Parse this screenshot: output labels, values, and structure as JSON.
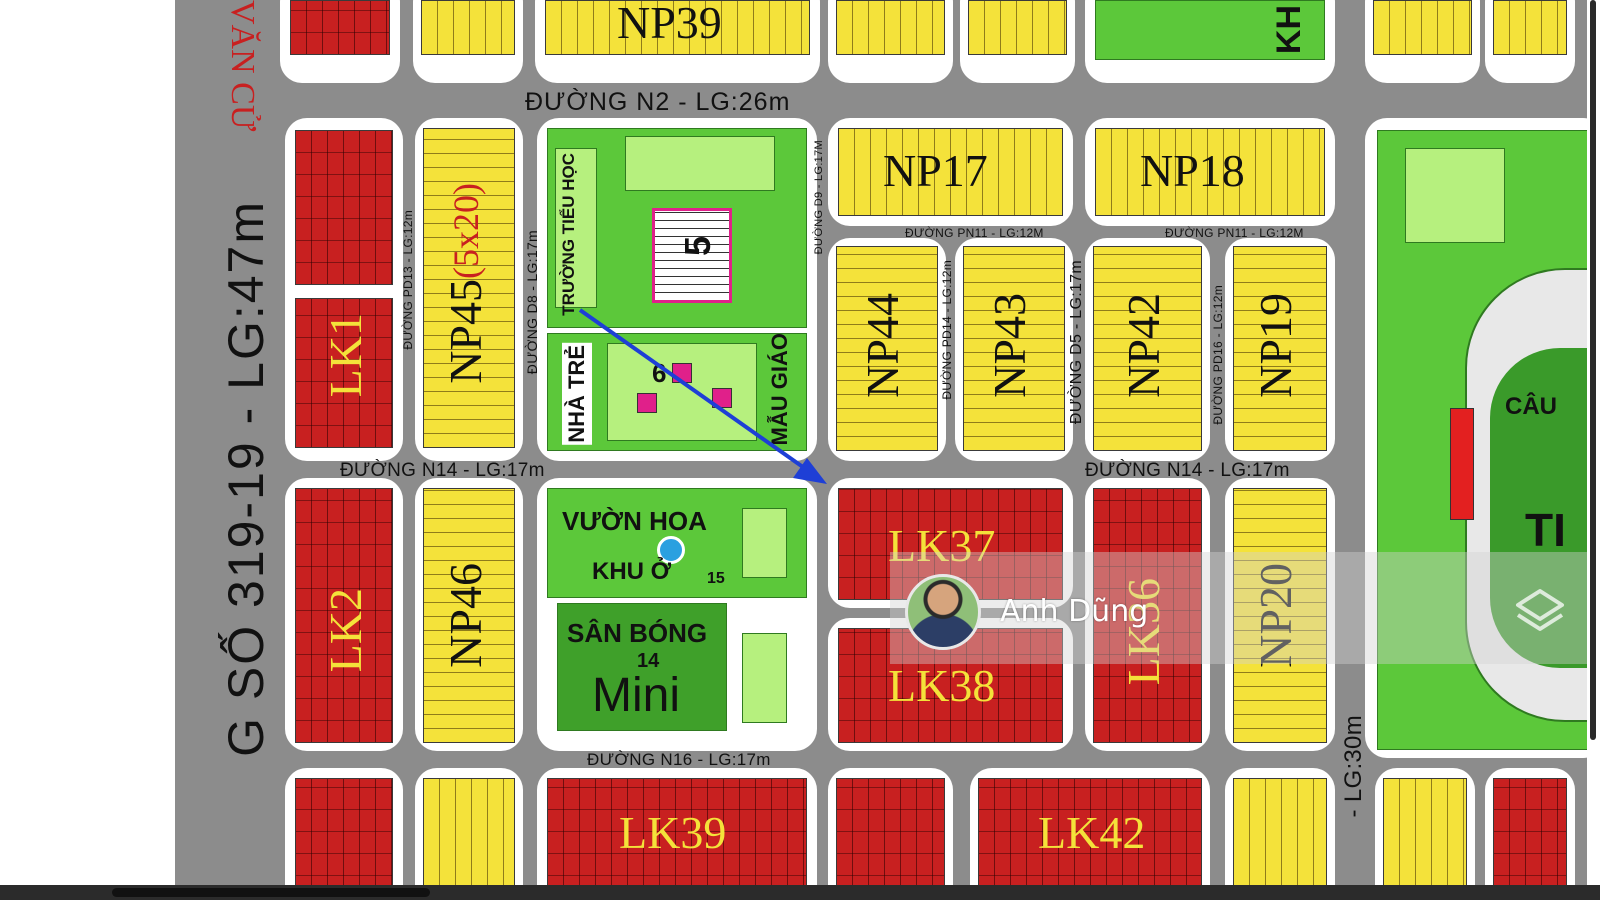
{
  "map": {
    "major_road": "G SỐ 319-19 - LG:47m",
    "corner_road": "VĂN CỬ",
    "roads": {
      "n2": "ĐƯỜNG N2 - LG:26m",
      "n14_left": "ĐƯỜNG N14 - LG:17m",
      "n14_right": "ĐƯỜNG N14 - LG:17m",
      "n16": "ĐƯỜNG N16 - LG:17m",
      "pn11_a": "ĐƯỜNG PN11 - LG:12M",
      "pn11_b": "ĐƯỜNG PN11 - LG:12M",
      "pd13": "ĐƯỜNG PD13 - LG:12m",
      "d8": "ĐƯỜNG D8 - LG:17m",
      "d9": "ĐƯỜNG D9 - LG:17M",
      "pd14": "ĐƯỜNG PD14 - LG:12m",
      "d5": "ĐƯỜNG D5 - LG:17m",
      "pd16": "ĐƯỜNG PD16 - LG:12m",
      "lg30": "- LG:30m"
    },
    "lots": {
      "lk1": "LK1",
      "lk2": "LK2",
      "np45": "NP45",
      "np45_size": "(5x20)",
      "np46": "NP46",
      "np39": "NP39",
      "np17": "NP17",
      "np18": "NP18",
      "np44": "NP44",
      "np43": "NP43",
      "np42": "NP42",
      "np19": "NP19",
      "lk37": "LK37",
      "lk38": "LK38",
      "lk36": "LK36",
      "np20": "NP20",
      "lk39": "LK39",
      "lk42": "LK42"
    },
    "facilities": {
      "school": "TRƯỜNG TIỂU HỌC",
      "school_no": "5",
      "kindergarten_a": "NHÀ TRẺ",
      "kindergarten_b": "MẪU GIÁO",
      "kindergarten_no": "6",
      "garden_a": "VƯỜN HOA",
      "garden_b": "KHU Ở",
      "garden_no": "15",
      "field_a": "SÂN BÓNG",
      "field_no": "14",
      "field_b": "Mini",
      "stadium": "CÂU",
      "stadium_b": "TI",
      "kh": "KH"
    }
  },
  "overlay": {
    "author_name": "Anh Dũng",
    "avatar_icon": "user-avatar",
    "logo_icon": "stacked-layers-logo"
  },
  "colors": {
    "residential_yellow": "#f4e23a",
    "residential_red": "#c82020",
    "green_space": "#5cc83a",
    "road": "#8c8c8c",
    "arrow": "#1e3fd6"
  }
}
